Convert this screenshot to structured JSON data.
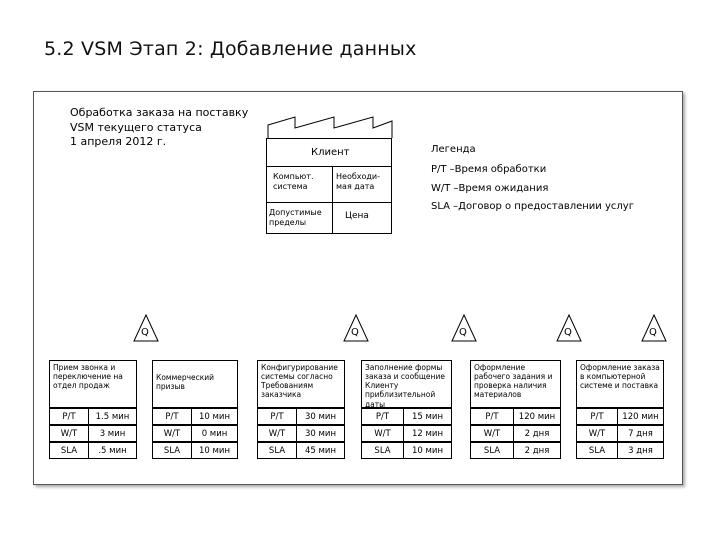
{
  "heading": "5.2   VSM Этап 2: Добавление данных",
  "title_lines": [
    "Обработка заказа на поставку",
    "VSM текущего статуса",
    "1 апреля 2012 г."
  ],
  "customer": {
    "label": "Клиент",
    "cells": [
      "Компьют. система",
      "Необходи-мая дата",
      "Допустимые пределы",
      "Цена"
    ]
  },
  "legend": {
    "title": "Легенда",
    "items": [
      "P/T –Время обработки",
      "W/T –Время ожидания",
      "SLA –Договор о предоставлении услуг"
    ]
  },
  "queue_symbol": "Q",
  "processes": [
    {
      "name": "Прием звонка и переключение на отдел продаж",
      "pt": "1.5 мин",
      "wt": "3 мин",
      "sla": ".5 мин"
    },
    {
      "name": "Коммерческий призыв",
      "pt": "10 мин",
      "wt": "0 мин",
      "sla": "10 мин"
    },
    {
      "name": "Конфигурирование системы согласно Требованиям заказчика",
      "pt": "30 мин",
      "wt": "30 мин",
      "sla": "45 мин"
    },
    {
      "name": "Заполнение формы заказа и сообщение Клиенту приблизительной даты",
      "pt": "15 мин",
      "wt": "12 мин",
      "sla": "10 мин"
    },
    {
      "name": "Оформление рабочего задания и проверка наличия материалов",
      "pt": "120 мин",
      "wt": "2 дня",
      "sla": "2 дня"
    },
    {
      "name": "Оформление заказа в компьютерной системе и поставка",
      "pt": "120 мин",
      "wt": "7 дня",
      "sla": "3 дня"
    }
  ],
  "row_labels": [
    "P/T",
    "W/T",
    "SLA"
  ]
}
